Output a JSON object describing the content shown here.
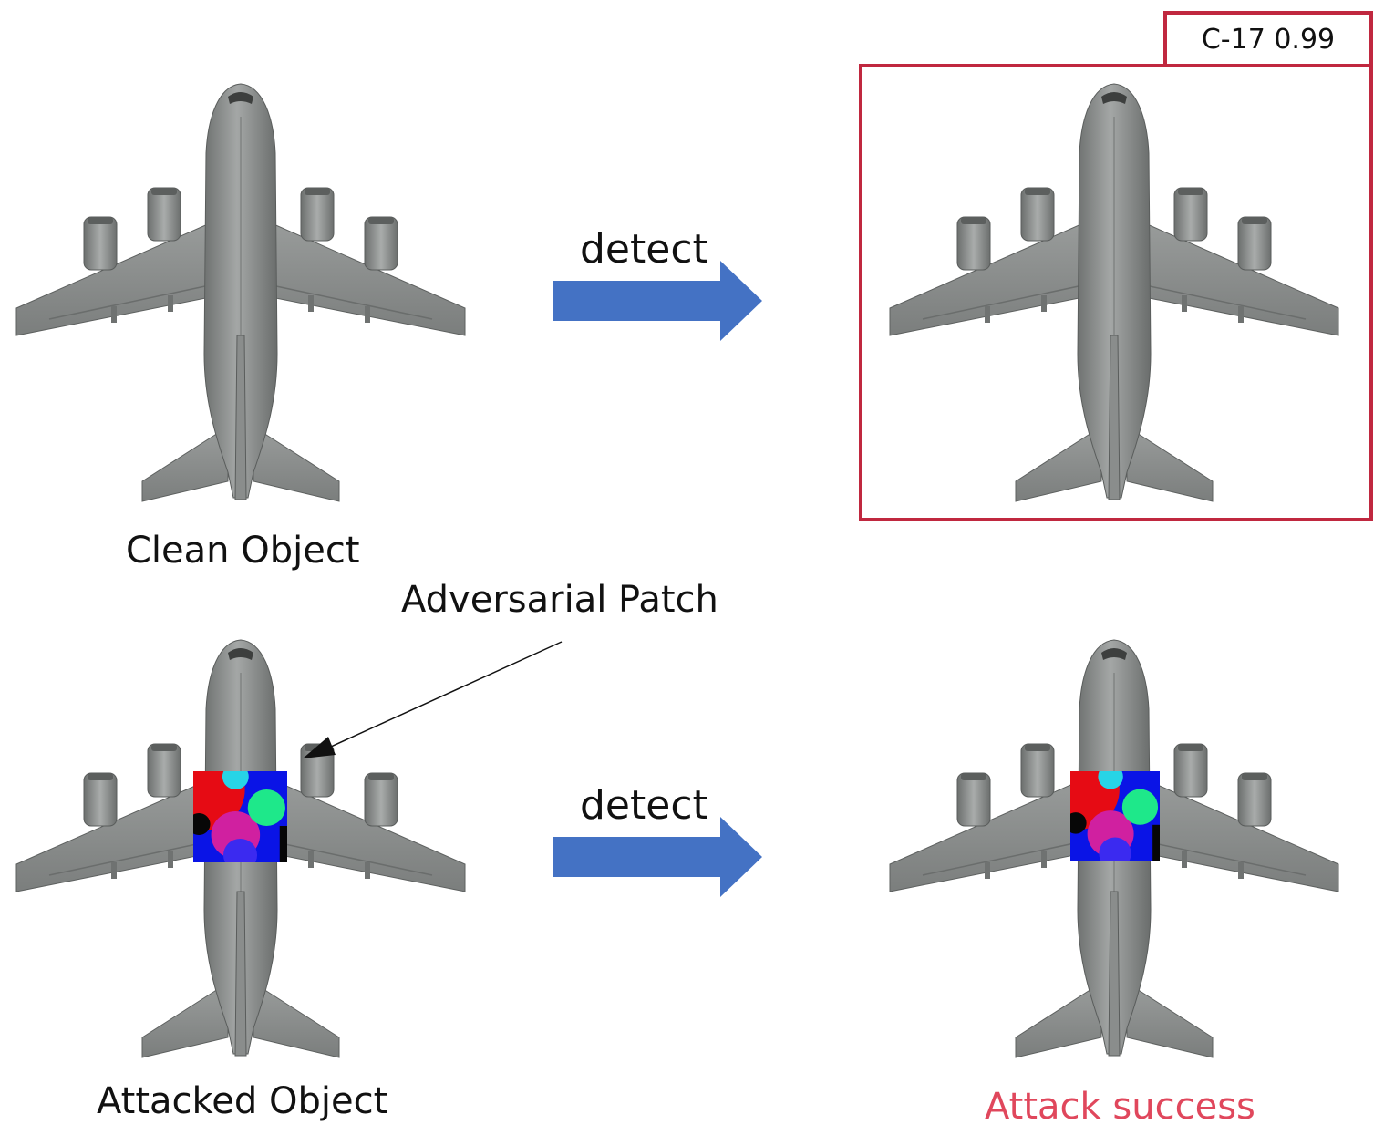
{
  "labels": {
    "clean_object": "Clean Object",
    "attacked_object": "Attacked Object",
    "adversarial_patch": "Adversarial Patch",
    "detect_top": "detect",
    "detect_bottom": "detect",
    "detection_result": "C-17 0.99",
    "attack_result": "Attack success"
  },
  "colors": {
    "arrow": "#4472c4",
    "detection_box": "#c0283f",
    "attack_success_text": "#e0475c",
    "plane_body": "#8c8f8e"
  },
  "icons": {
    "aircraft": "c-17-aircraft-icon",
    "arrow": "right-arrow-icon",
    "patch": "adversarial-patch-icon"
  }
}
